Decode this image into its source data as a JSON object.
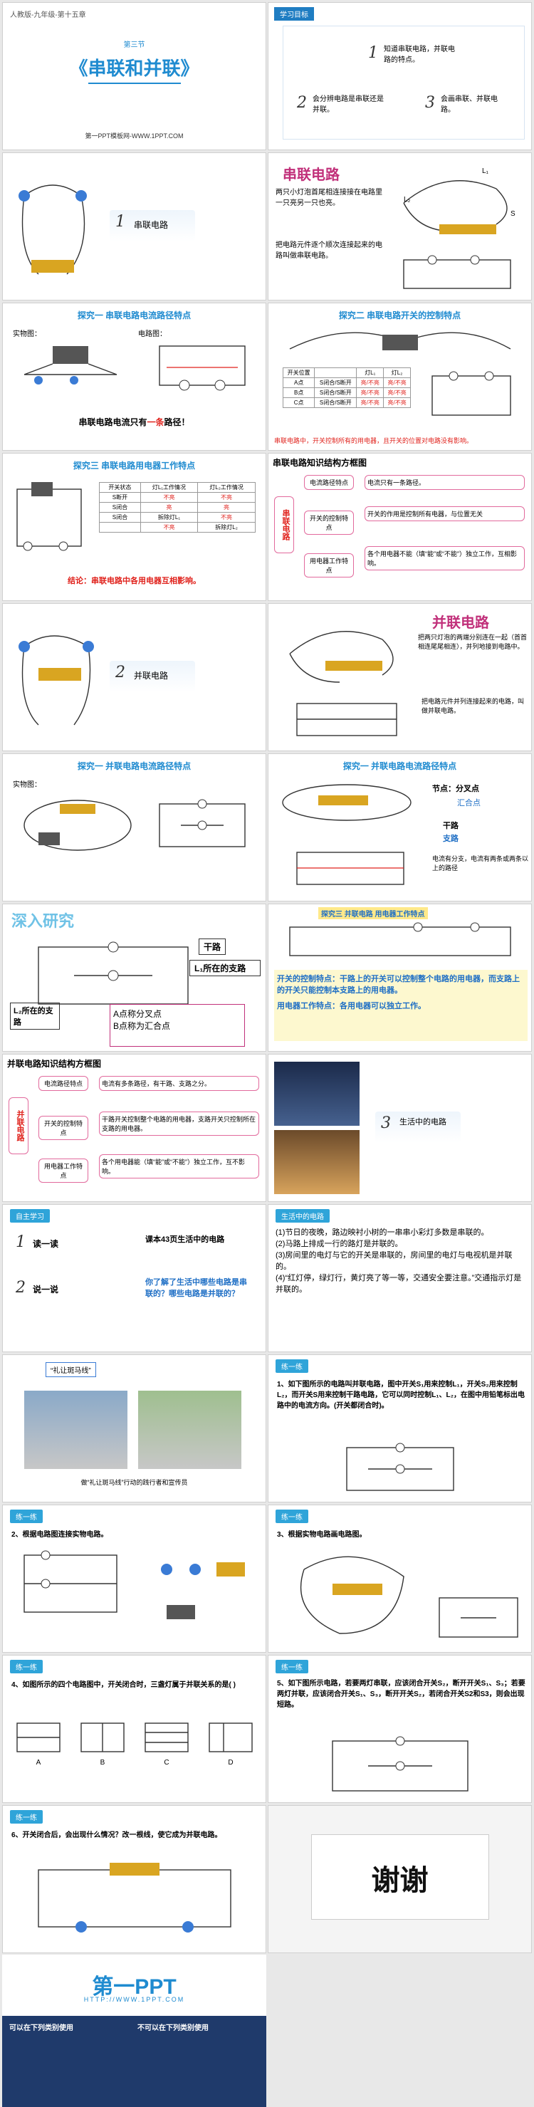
{
  "s1": {
    "meta": "人教版-九年级-第十五章",
    "section": "第三节",
    "title": "《串联和并联》",
    "footer": "第一PPT模板网-WWW.1PPT.COM"
  },
  "s2": {
    "tag": "学习目标",
    "items": [
      {
        "n": "1",
        "t": "知道串联电路，并联电路的特点。"
      },
      {
        "n": "2",
        "t": "会分辨电路是串联还是并联。"
      },
      {
        "n": "3",
        "t": "会画串联、并联电路。"
      }
    ]
  },
  "s3": {
    "n": "1",
    "label": "串联电路"
  },
  "s4": {
    "title": "串联电路",
    "desc": "两只小灯泡首尾相连接接在电路里一只亮另一只也亮。",
    "desc2": "把电路元件逐个顺次连接起来的电路叫做串联电路。",
    "L1": "L₁",
    "L2": "L₂",
    "S": "S"
  },
  "s5": {
    "title": "探究一  串联电路电流路径特点",
    "lbl_real": "实物图：",
    "lbl_circ": "电路图：",
    "conclusion_a": "串联电路电流只有",
    "conclusion_b": "一条",
    "conclusion_c": "路径！"
  },
  "s6": {
    "title": "探究二  串联电路开关的控制特点",
    "rows": [
      [
        "开关位置",
        "灯L₁",
        "灯L₂"
      ],
      [
        "A点",
        "S闭合/S断开",
        "亮/不亮",
        "亮/不亮"
      ],
      [
        "B点",
        "S闭合/S断开",
        "亮/不亮",
        "亮/不亮"
      ],
      [
        "C点",
        "S闭合/S断开",
        "亮/不亮",
        "亮/不亮"
      ]
    ],
    "conclusion": "串联电路中，开关控制所有的用电器，且开关的位置对电路没有影响。"
  },
  "s7": {
    "title": "探究三  串联电路用电器工作特点",
    "head": [
      "开关状态",
      "灯L₁工作情况",
      "灯L₂工作情况"
    ],
    "rows": [
      [
        "S断开",
        "不亮",
        "不亮"
      ],
      [
        "S闭合",
        "亮",
        "亮"
      ],
      [
        "S闭合",
        "拆除灯L₁",
        "不亮"
      ],
      [
        "",
        "不亮",
        "拆除灯L₂"
      ]
    ],
    "conclusion": "结论：串联电路中各用电器互相影响。"
  },
  "s8": {
    "title": "串联电路知识结构方框图",
    "root": "串联电路",
    "nodes": [
      "电流路径特点",
      "开关的控制特点",
      "用电器工作特点"
    ],
    "details": [
      "电流只有一条路径。",
      "开关的作用是控制所有电器，与位置无关",
      "各个用电器不能（填“能”或“不能”）独立工作，互相影响。"
    ]
  },
  "s9": {
    "n": "2",
    "label": "并联电路"
  },
  "s10": {
    "title": "并联电路",
    "desc": "把两只灯泡的两端分别连在一起（首首相连尾尾相连），并列地接到电路中。",
    "desc2": "把电路元件并列连接起来的电路，叫做并联电路。"
  },
  "s11": {
    "title": "探究一  并联电路电流路径特点",
    "lbl_real": "实物图："
  },
  "s12": {
    "title": "探究一  并联电路电流路径特点",
    "node": "节点：分叉点",
    "node2": "汇合点",
    "trunk": "干路",
    "branch": "支路",
    "desc": "电流有分支，电流有两条或两条以上的路径"
  },
  "s13": {
    "head": "深入研究",
    "trunk": "干路",
    "branch1": "L₁所在的支路",
    "branch2": "L₂所在的支路",
    "a": "A点称分叉点",
    "b": "B点称为汇合点"
  },
  "s14": {
    "title": "探究三  并联电路  用电器工作特点",
    "text": "开关的控制特点：干路上的开关可以控制整个电路的用电器，而支路上的开关只能控制本支路上的用电器。",
    "text2": "用电器工作特点：各用电器可以独立工作。"
  },
  "s15": {
    "title": "并联电路知识结构方框图",
    "root": "并联电路",
    "nodes": [
      "电流路径特点",
      "开关的控制特点",
      "用电器工作特点"
    ],
    "details": [
      "电流有多条路径，有干路、支路之分。",
      "干路开关控制整个电路的用电器，支路开关只控制所在支路的用电器。",
      "各个用电器能（填“能”或“不能”）独立工作，互不影响。"
    ]
  },
  "s16": {
    "n": "3",
    "label": "生活中的电路"
  },
  "s17": {
    "tag": "自主学习",
    "items": [
      {
        "n": "1",
        "t": "读一读"
      },
      {
        "n": "2",
        "t": "说一说"
      }
    ],
    "read": "课本43页生活中的电路",
    "say": "你了解了生活中哪些电路是串联的？哪些电路是并联的？"
  },
  "s18": {
    "tag": "生活中的电路",
    "lines": [
      "(1)节日的夜晚，路边映衬小树的一串串小彩灯多数是串联的。",
      "(2)马路上排成一行的路灯是并联的。",
      "(3)房间里的电灯与它的开关是串联的，房间里的电灯与电视机是并联的。",
      "(4)“红灯停，绿灯行，黄灯亮了等一等，交通安全要注意。”交通指示灯是并联的。"
    ]
  },
  "s19": {
    "tag": "“礼让斑马线”",
    "caption": "做“礼让斑马线”行动的践行者和宣传员"
  },
  "s20": {
    "tag": "练一练",
    "text": "1、如下图所示的电路叫并联电路，图中开关S₁用来控制L₁，开关S₂用来控制L₂，而开关S用来控制干路电路，它可以同时控制L₁、L₂，在图中用铅笔标出电路中的电流方向。(开关都闭合时)。"
  },
  "s21": {
    "tag": "练一练",
    "text": "2、根据电路图连接实物电路。"
  },
  "s22": {
    "tag": "练一练",
    "text": "3、根据实物电路画电路图。"
  },
  "s23": {
    "tag": "练一练",
    "text": "4、如图所示的四个电路图中，开关闭合时，三盏灯属于并联关系的是(  )",
    "opts": [
      "A",
      "B",
      "C",
      "D"
    ]
  },
  "s24": {
    "tag": "练一练",
    "text": "5、如下图所示电路，若要两灯串联，应该闭合开关S₂，断开开关S₁、S₃；若要两灯并联，应该闭合开关S₁、S₃，断开开关S₂，若闭合开关S2和S3，则会出现短路。"
  },
  "s25": {
    "tag": "练一练",
    "text": "6、开关闭合后，会出现什么情况？改一根线，使它成为并联电路。"
  },
  "s26": {
    "thanks": "谢谢"
  },
  "footer": {
    "logo": "第一PPT",
    "url": "HTTP://WWW.1PPT.COM",
    "left_title": "可以在下列类别使用",
    "right_title": "不可以在下列类别使用"
  },
  "colors": {
    "accent": "#1f8bd0",
    "red": "#e0221c",
    "pink": "#e26a9d"
  }
}
